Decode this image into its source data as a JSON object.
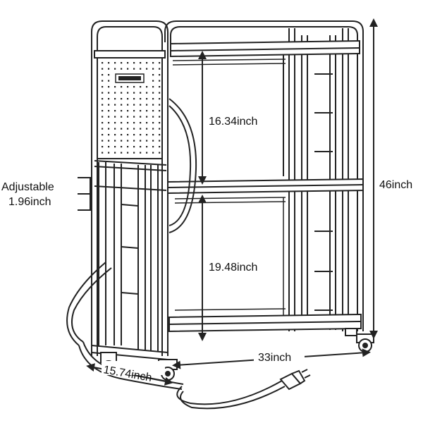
{
  "dimensions": {
    "height": "46inch",
    "upper_shelf_gap": "16.34inch",
    "lower_shelf_gap": "19.48inch",
    "adjustable_label": "Adjustable",
    "adjustable_value": "1.96inch",
    "width": "33inch",
    "depth": "15.74inch"
  }
}
